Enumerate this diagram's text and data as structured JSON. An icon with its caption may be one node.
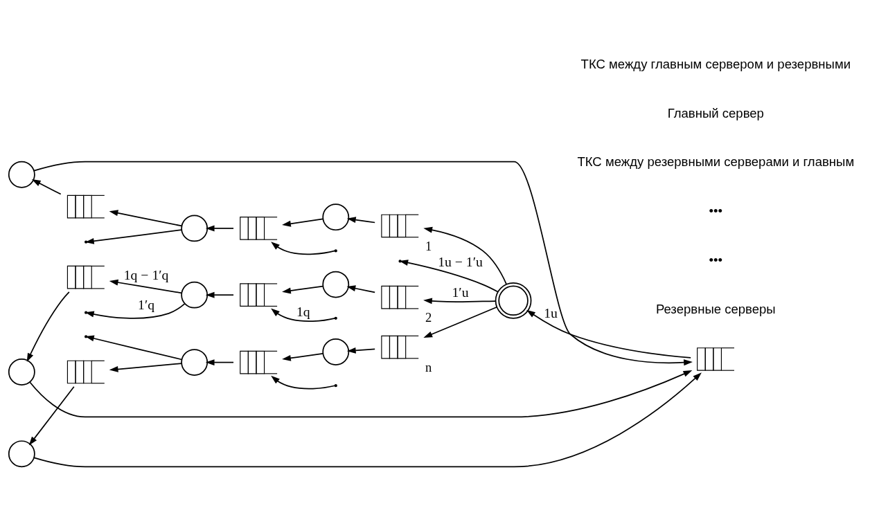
{
  "diagram": {
    "nodes": [
      {
        "text": [],
        "shape": "box"
      },
      {
        "text": [],
        "shape": "circle"
      },
      {
        "text": [],
        "shape": "box",
        "beside": [
          "1"
        ]
      },
      {
        "text": [],
        "shape": "box",
        "beside": [
          "2"
        ]
      },
      {
        "text": [],
        "shape": "box",
        "beside": [
          "n"
        ]
      },
      {
        "text": [],
        "shape": "circle"
      },
      {
        "text": [],
        "shape": "circle"
      },
      {
        "text": [],
        "shape": "circle"
      },
      {
        "text": [],
        "shape": "box"
      },
      {
        "text": [],
        "shape": "circle"
      },
      {
        "text": [],
        "shape": "box"
      },
      {
        "text": [],
        "shape": "circle"
      },
      {
        "text": [],
        "shape": "box"
      },
      {
        "text": [],
        "shape": "circle"
      },
      {
        "text": [],
        "shape": "box"
      },
      {
        "text": [],
        "shape": "circle"
      },
      {
        "text": [],
        "shape": "box"
      },
      {
        "text": [],
        "shape": "circle"
      },
      {
        "text": [],
        "shape": "box"
      },
      {
        "text": [],
        "shape": "circle"
      }
    ],
    "edges": [
      {
        "from": 0,
        "to": 1,
        "arrow": "to",
        "label": "1u"
      },
      {
        "from": 1,
        "to": 2,
        "arrow": "to"
      },
      {
        "from": 1,
        "to": 3,
        "arrow": "to",
        "label": "1′u"
      },
      {
        "from": 1,
        "to": 4,
        "arrow": "to"
      },
      {
        "from": 1,
        "to": null,
        "arrow": "to",
        "label": "1u − 1′u"
      },
      {
        "from": 2,
        "to": 5,
        "arrow": "to"
      },
      {
        "from": 3,
        "to": 6,
        "arrow": "to"
      },
      {
        "from": 4,
        "to": 7,
        "arrow": "to"
      },
      {
        "from": 7,
        "to": 8,
        "arrow": "to"
      },
      {
        "from": null,
        "to": 8,
        "arrow": "to"
      },
      {
        "from": 8,
        "to": 9,
        "arrow": "to"
      },
      {
        "from": 9,
        "to": null,
        "arrow": "to"
      },
      {
        "from": 9,
        "to": 14,
        "arrow": "to"
      },
      {
        "from": 6,
        "to": 10,
        "arrow": "to"
      },
      {
        "from": null,
        "to": 10,
        "arrow": "to",
        "label": "1q"
      },
      {
        "from": 10,
        "to": 11,
        "arrow": "to"
      },
      {
        "from": 11,
        "to": null,
        "arrow": "to",
        "label": "1′q"
      },
      {
        "from": 11,
        "to": 16,
        "arrow": "to",
        "label": "1q − 1′q"
      },
      {
        "from": 5,
        "to": 12,
        "arrow": "to"
      },
      {
        "from": null,
        "to": 12,
        "arrow": "to"
      },
      {
        "from": 12,
        "to": 13,
        "arrow": "to"
      },
      {
        "from": 13,
        "to": null,
        "arrow": "to"
      },
      {
        "from": 13,
        "to": 18,
        "arrow": "to"
      },
      {
        "from": 14,
        "to": 15,
        "arrow": "to"
      },
      {
        "from": 16,
        "to": 17,
        "arrow": "to"
      },
      {
        "from": 18,
        "to": 19,
        "arrow": "to"
      },
      {
        "from": 15,
        "to": 0,
        "arrow": "to"
      },
      {
        "from": 17,
        "to": 0,
        "arrow": "to"
      },
      {
        "from": 19,
        "to": 0,
        "arrow": "to"
      }
    ],
    "labels": [
      "Резервные серверы",
      "•••",
      "•••",
      "ТКС между резервными серверами и главным",
      "Главный сервер",
      "ТКС между главным сервером и резервными"
    ]
  }
}
